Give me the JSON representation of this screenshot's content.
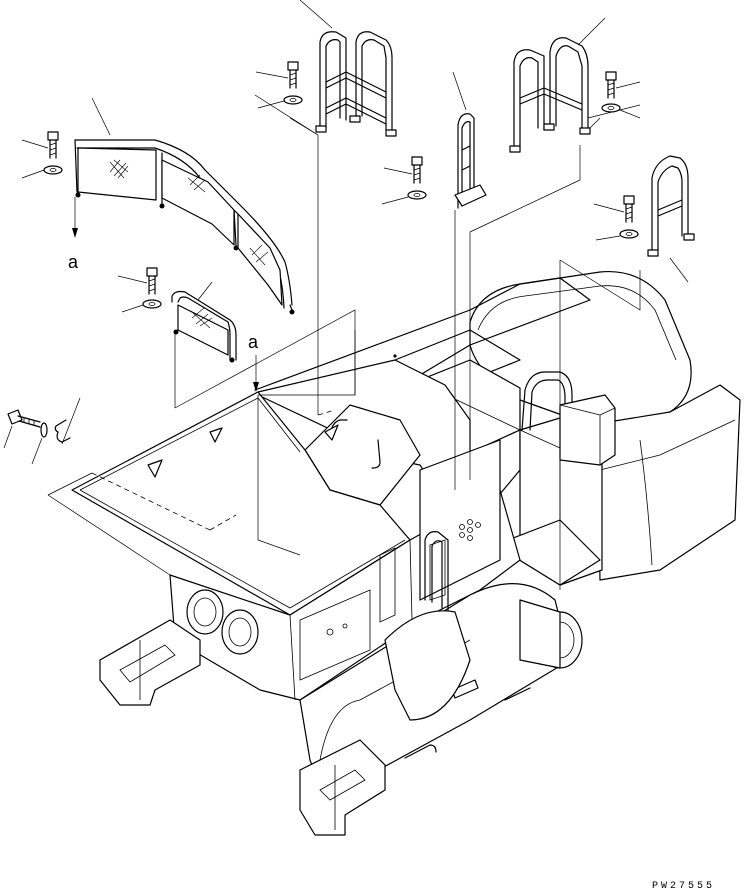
{
  "labels": {
    "ref_a_left": "a",
    "ref_a_center": "a"
  },
  "drawing_code": "PW27555"
}
